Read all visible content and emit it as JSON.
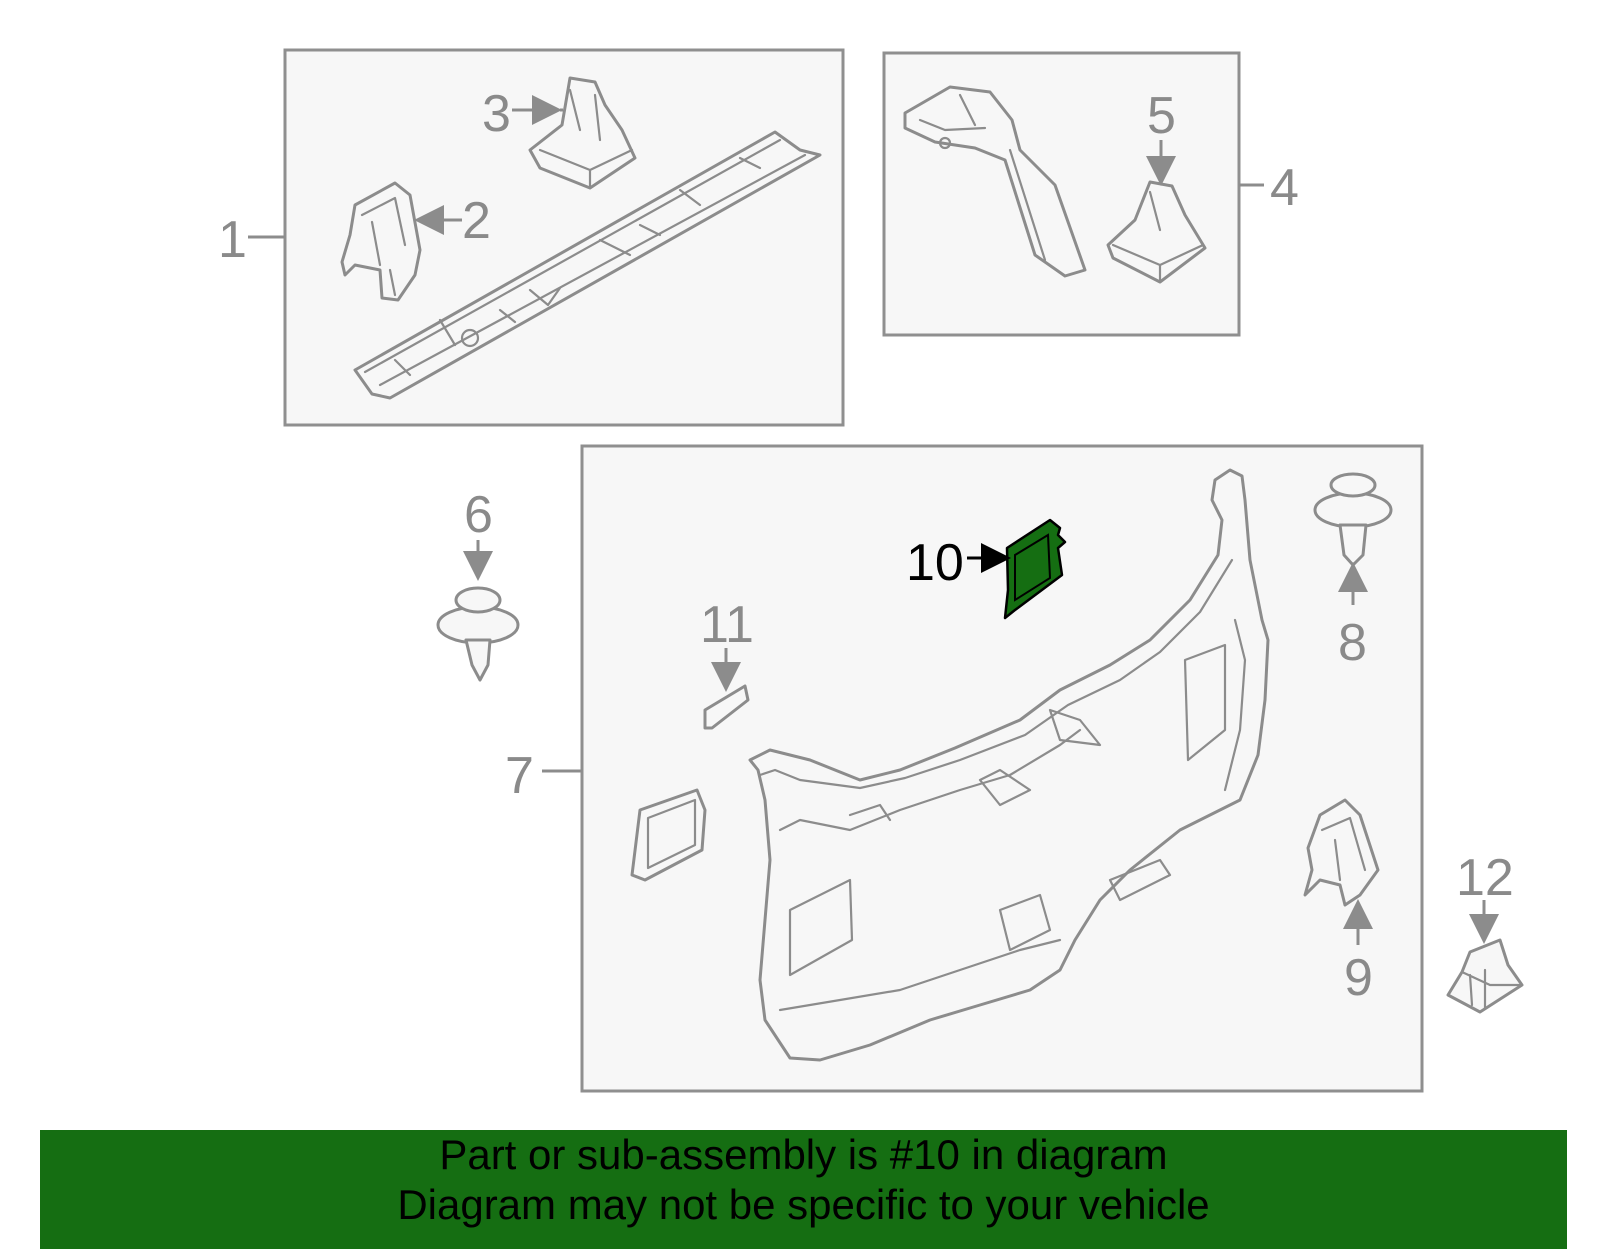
{
  "diagram": {
    "highlight_color": "#156e12",
    "callouts": [
      {
        "id": "1",
        "label": "1"
      },
      {
        "id": "2",
        "label": "2"
      },
      {
        "id": "3",
        "label": "3"
      },
      {
        "id": "4",
        "label": "4"
      },
      {
        "id": "5",
        "label": "5"
      },
      {
        "id": "6",
        "label": "6"
      },
      {
        "id": "7",
        "label": "7"
      },
      {
        "id": "8",
        "label": "8"
      },
      {
        "id": "9",
        "label": "9"
      },
      {
        "id": "10",
        "label": "10",
        "highlighted": true
      },
      {
        "id": "11",
        "label": "11"
      },
      {
        "id": "12",
        "label": "12"
      }
    ]
  },
  "banner": {
    "line1": "Part or sub-assembly is #10 in diagram",
    "line2": "Diagram may not be specific to your vehicle",
    "background": "#156e12"
  }
}
